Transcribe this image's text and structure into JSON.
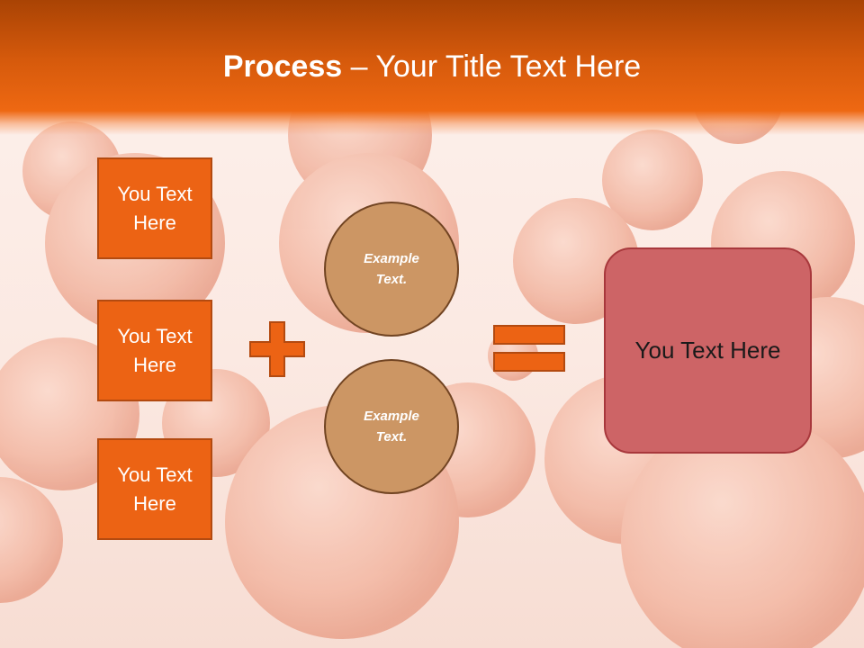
{
  "slide": {
    "title_bold": "Process",
    "title_rest": " – Your Title Text Here"
  },
  "left_boxes": [
    {
      "line1": "You Text",
      "line2": "Here"
    },
    {
      "line1": "You Text",
      "line2": "Here"
    },
    {
      "line1": "You Text",
      "line2": "Here"
    }
  ],
  "circles": [
    {
      "line1": "Example",
      "line2": "Text."
    },
    {
      "line1": "Example",
      "line2": "Text."
    }
  ],
  "result": {
    "label": "You Text Here"
  },
  "colors": {
    "title_band": "#ee6812",
    "box_fill": "#ec6314",
    "circle_fill": "#cc9664",
    "result_fill": "#cd6466"
  },
  "icons": {
    "operator1": "plus-icon",
    "operator2": "equals-icon"
  }
}
